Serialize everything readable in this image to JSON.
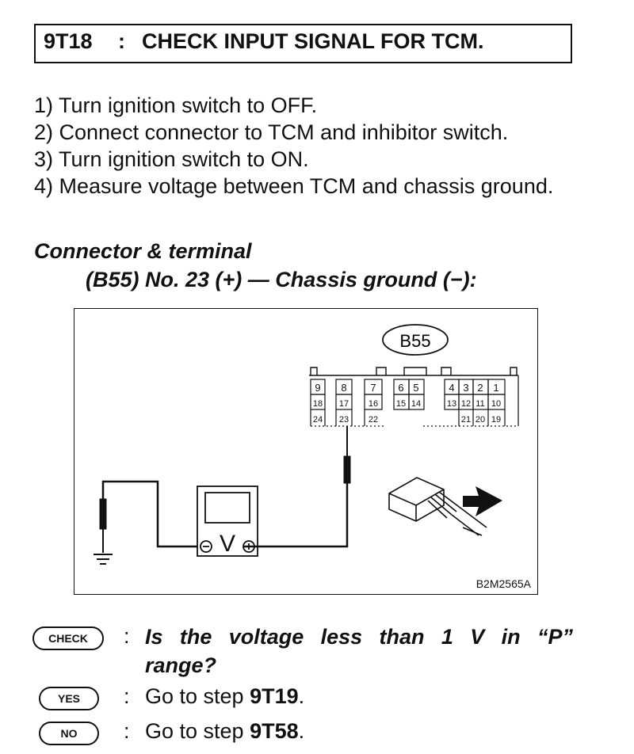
{
  "header": {
    "code": "9T18",
    "separator": ":",
    "title": "CHECK INPUT SIGNAL FOR TCM."
  },
  "steps": [
    "1) Turn ignition switch to OFF.",
    "2) Connect connector to TCM and inhibitor switch.",
    "3) Turn ignition switch to ON.",
    "4) Measure voltage between TCM and chassis ground."
  ],
  "spec": {
    "heading": "Connector & terminal",
    "detail": "(B55) No. 23 (+) — Chassis ground (−):"
  },
  "figure": {
    "connector_id": "B55",
    "row1": [
      "9",
      "8",
      "7",
      "6",
      "5",
      "4",
      "3",
      "2",
      "1"
    ],
    "row2": [
      "18",
      "17",
      "16",
      "15",
      "14",
      "13",
      "12",
      "11",
      "10"
    ],
    "row3": [
      "24",
      "23",
      "22",
      "21",
      "20",
      "19"
    ],
    "meter_unit": "V",
    "figure_code": "B2M2565A"
  },
  "check": {
    "badge": "CHECK",
    "question": "Is the voltage less than 1 V in “P” range?"
  },
  "yes": {
    "badge": "YES",
    "text": "Go to step",
    "target": "9T19",
    "end": "."
  },
  "no": {
    "badge": "NO",
    "text": "Go to step",
    "target": "9T58",
    "end": "."
  }
}
